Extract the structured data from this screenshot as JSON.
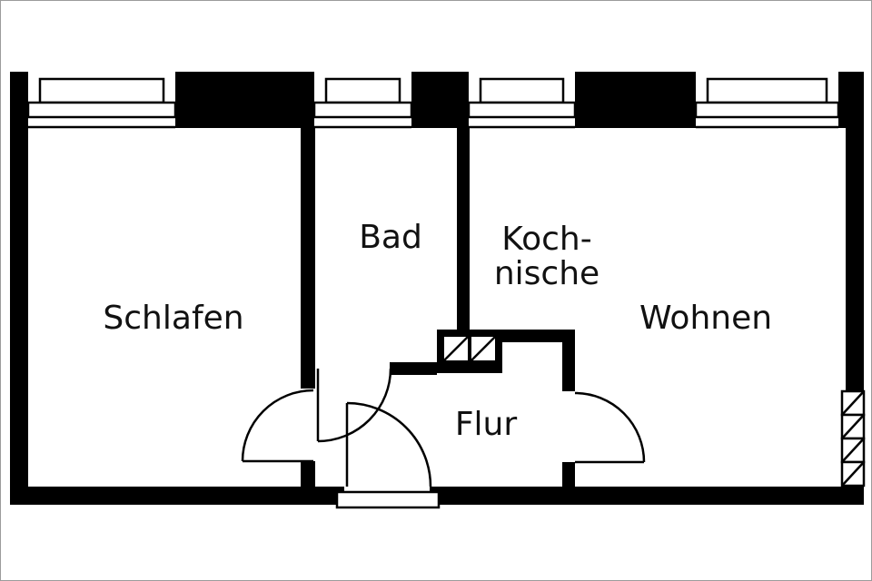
{
  "floorplan": {
    "rooms": {
      "schlafen": {
        "label": "Schlafen"
      },
      "bad": {
        "label": "Bad"
      },
      "kochnische": {
        "label_line1": "Koch-",
        "label_line2": "nische"
      },
      "wohnen": {
        "label": "Wohnen"
      },
      "flur": {
        "label": "Flur"
      }
    },
    "colors": {
      "wall": "#000000",
      "background": "#ffffff",
      "label_text": "#111111",
      "frame": "#9b9b9b"
    }
  }
}
